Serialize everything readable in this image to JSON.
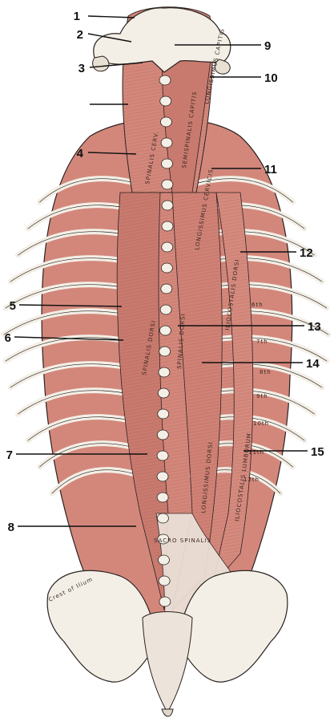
{
  "figure": {
    "colors": {
      "muscle": "#d3877b",
      "muscle_light": "#e6aca2",
      "muscle_dark": "#a8584d",
      "bone": "#f3efe6",
      "bone_shadow": "#cfc8bb",
      "fascia": "#ece4db",
      "ink": "#2b2220",
      "leader": "#111111"
    },
    "callouts": [
      {
        "id": "c1",
        "number": "1"
      },
      {
        "id": "c2",
        "number": "2"
      },
      {
        "id": "c3",
        "number": "3"
      },
      {
        "id": "c4",
        "number": "4"
      },
      {
        "id": "c5",
        "number": "5"
      },
      {
        "id": "c6",
        "number": "6"
      },
      {
        "id": "c7",
        "number": "7"
      },
      {
        "id": "c8",
        "number": "8"
      },
      {
        "id": "c9",
        "number": "9"
      },
      {
        "id": "c10",
        "number": "10"
      },
      {
        "id": "c11",
        "number": "11"
      },
      {
        "id": "c12",
        "number": "12"
      },
      {
        "id": "c13",
        "number": "13"
      },
      {
        "id": "c14",
        "number": "14"
      },
      {
        "id": "c15",
        "number": "15"
      }
    ],
    "engraved_labels": {
      "semispinalis_capitis": "SEMISPINALIS CAPITIS",
      "longissimus_capitis": "LONGISSIMUS CAPITIS",
      "spinalis_cervicis": "SPINALIS CERV.",
      "longissimus_cervicis": "LONGISSIMUS CERVICIS",
      "iliocostalis_dorsi": "ILIOCOSTALIS DORSI",
      "spinalis_dorsi_left": "SPINALIS DORSI",
      "spinalis_dorsi_center": "SPINALIS DORSI",
      "longissimus_dorsi": "LONGISSIMUS DORSI",
      "iliocostalis_lumborum": "ILIOCOSTALIS LUMBORUM",
      "sacro_spinalis": "SACRO SPINALIS",
      "crest_of_ilium": "Crest of Ilium",
      "rib_6": "6th",
      "rib_7": "7th",
      "rib_8": "8th",
      "rib_9": "9th",
      "rib_10": "10th",
      "rib_11": "11th",
      "rib_12": "12th"
    }
  }
}
